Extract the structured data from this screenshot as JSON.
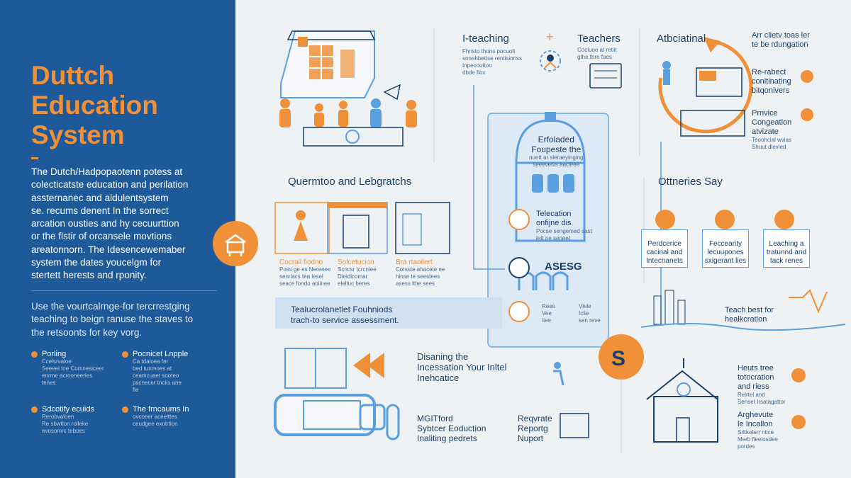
{
  "sidebar": {
    "title": [
      "Duttch",
      "Education",
      "System"
    ],
    "intro": [
      "The Dutch/Hadpopaotenn potess at",
      "colecticatste education and perilation",
      "assternanec and aldulentsystem",
      "se. recums denent In the sorrect",
      "arcation ousties and hy cecuurttion",
      "or the flstir of orcansele movtions",
      "areatonnorn. The Idesencewemaber",
      "system the dates youcelgm for",
      "stertett herests and rponity."
    ],
    "note": [
      "Use the vourtcalrnge-for tercrrestging",
      "teaching to beign ranuse the staves to",
      "the retsoonts for key vorg."
    ],
    "items": [
      {
        "title": "Porling",
        "lines": [
          "Ccelsrvaloe",
          "Seeeel toe Comnesiceer",
          "enrme acrooneeries",
          "tenes"
        ]
      },
      {
        "title": "Pocnicet Lnpple",
        "lines": [
          "Ca tdaloea fer",
          "bed tunmoes at",
          "ceamcuaet sooteo",
          "pscnecer tncks ane",
          "fie"
        ]
      },
      {
        "title": "Sdcotify ecuids",
        "lines": [
          "Rerobvaloen",
          "Re sbwtlon rolleke",
          "evosomrc teboes"
        ]
      },
      {
        "title": "The frncaums In",
        "lines": [
          "ovcoeer aceelttes",
          "ceudgee exotrtion"
        ]
      }
    ]
  },
  "sections": {
    "iteaching": {
      "title": "I-teaching",
      "lines": [
        "Fhnsto thons pocuolt",
        "sonehbettse rentisioriss",
        "Inpecouttoo",
        "dbde flox"
      ]
    },
    "teachers": {
      "title": "Teachers",
      "lines": [
        "Cocluoe at retiit",
        "gthe thre faes"
      ]
    },
    "atbciatinal": {
      "title": "Atbciatinal"
    },
    "topright": {
      "lines": [
        "Arr clietv toas ler",
        "te be rdungation"
      ]
    },
    "rerabect": {
      "lines": [
        "Re-rabect",
        "conitinating",
        "bitqonivers"
      ]
    },
    "prerice": {
      "lines": [
        "Prnvice",
        "Congeation",
        "atvizate",
        "Teoohcial wvias",
        "Shuut dlevied"
      ]
    },
    "arch": {
      "lines": [
        "Erfoladed",
        "Foupeste the",
        "nuett ar sleraeyinging",
        "seeevelvs aacleee"
      ]
    },
    "quertmod": {
      "title": "Quermtoo and Lebgratchs"
    },
    "cards": [
      {
        "title": "Cocrail fiodno",
        "lines": [
          "Poss ge es Nerenee",
          "senrlacs tea lesel",
          "seace fondo aoiinee"
        ]
      },
      {
        "title": "Solcetucion",
        "lines": [
          "Scncsr tcrcnlee",
          "Dieidicomar",
          "eleltuc beres"
        ]
      },
      {
        "title": "Bra rtaoilert",
        "lines": [
          "Corsste ahacete ee",
          "hinse te seestees",
          "asess lthe sees"
        ]
      }
    ],
    "telecation": {
      "lines": [
        "Telecation",
        "onfijne dis"
      ],
      "sub": [
        "Pocse sengemed sast",
        "lett ne seneet"
      ]
    },
    "askbadge": "ASESG",
    "small_list": [
      "Rees",
      "Vee",
      "Iiee",
      "Viele",
      "Iciie",
      "sen reve"
    ],
    "service": {
      "lines": [
        "Tealucrolanetlet Fouhniods",
        "trach-to service assessment."
      ]
    },
    "ottneries": {
      "title": "Ottneries Say"
    },
    "quotes": [
      {
        "lines": [
          "Perdcerice",
          "cacinal and",
          "Intecnanets"
        ]
      },
      {
        "lines": [
          "Feccearity",
          "lecuupones",
          "sxigerant lies"
        ]
      },
      {
        "lines": [
          "Leaching a",
          "tratunnd and",
          "tack renes"
        ]
      }
    ],
    "teachbest": {
      "lines": [
        "Teach best for",
        "healkcration"
      ]
    },
    "disaning": {
      "lines": [
        "Disaning the",
        "Incessation Your Inltel",
        "Inehcatice"
      ]
    },
    "mgitford": {
      "lines": [
        "MGITford",
        "Sybtcer Eoduction",
        "Inaliting pedrets"
      ]
    },
    "reporting": {
      "lines": [
        "Reqvrate",
        "Reportg",
        "Nuport"
      ]
    },
    "heuts": {
      "lines": [
        "Heuts tree",
        "totocration",
        "and riess"
      ],
      "sub": [
        "Relrtel and",
        "Senset Irsatagattor"
      ]
    },
    "argbe": {
      "lines": [
        "Arghevute",
        "le Incallon"
      ],
      "sub": [
        "Srltkelerr ntice",
        "Merb fleelosdee",
        "pordes"
      ]
    }
  },
  "colors": {
    "accent": "#f0913a",
    "navy": "#1e5a9a",
    "line": "#5a9fe0",
    "text": "#1a3f6b"
  },
  "icons": [
    "school-icon",
    "teacher-icon",
    "gear-icon",
    "arrow-icon",
    "building-icon",
    "chart-icon",
    "person-icon",
    "book-icon",
    "tablet-icon"
  ]
}
